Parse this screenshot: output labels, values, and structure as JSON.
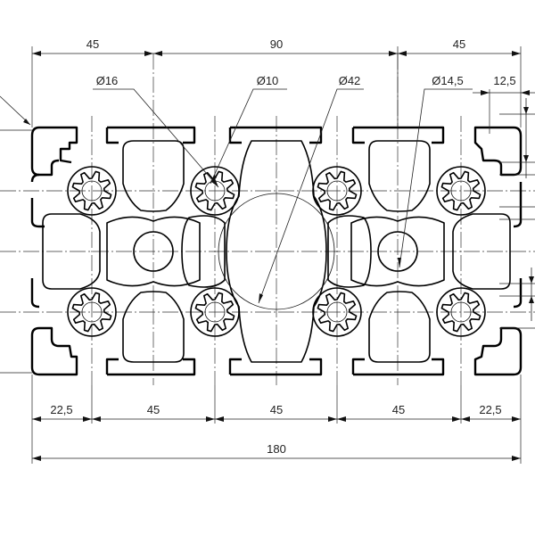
{
  "dimensions": {
    "top": [
      {
        "id": "top-45-left",
        "label": "45"
      },
      {
        "id": "top-90",
        "label": "90"
      },
      {
        "id": "top-45-right",
        "label": "45"
      },
      {
        "id": "top-12-5",
        "label": "12,5"
      }
    ],
    "diameters": [
      {
        "id": "dia-16",
        "label": "Ø16"
      },
      {
        "id": "dia-10",
        "label": "Ø10"
      },
      {
        "id": "dia-42",
        "label": "Ø42"
      },
      {
        "id": "dia-14-5",
        "label": "Ø14,5"
      }
    ],
    "bottom": [
      {
        "id": "bot-22-5-left",
        "label": "22,5"
      },
      {
        "id": "bot-45-a",
        "label": "45"
      },
      {
        "id": "bot-45-b",
        "label": "45"
      },
      {
        "id": "bot-45-c",
        "label": "45"
      },
      {
        "id": "bot-22-5-right",
        "label": "22,5"
      }
    ],
    "overall": {
      "id": "overall-180",
      "label": "180"
    }
  },
  "colors": {
    "line": "#000000",
    "background": "#ffffff"
  }
}
